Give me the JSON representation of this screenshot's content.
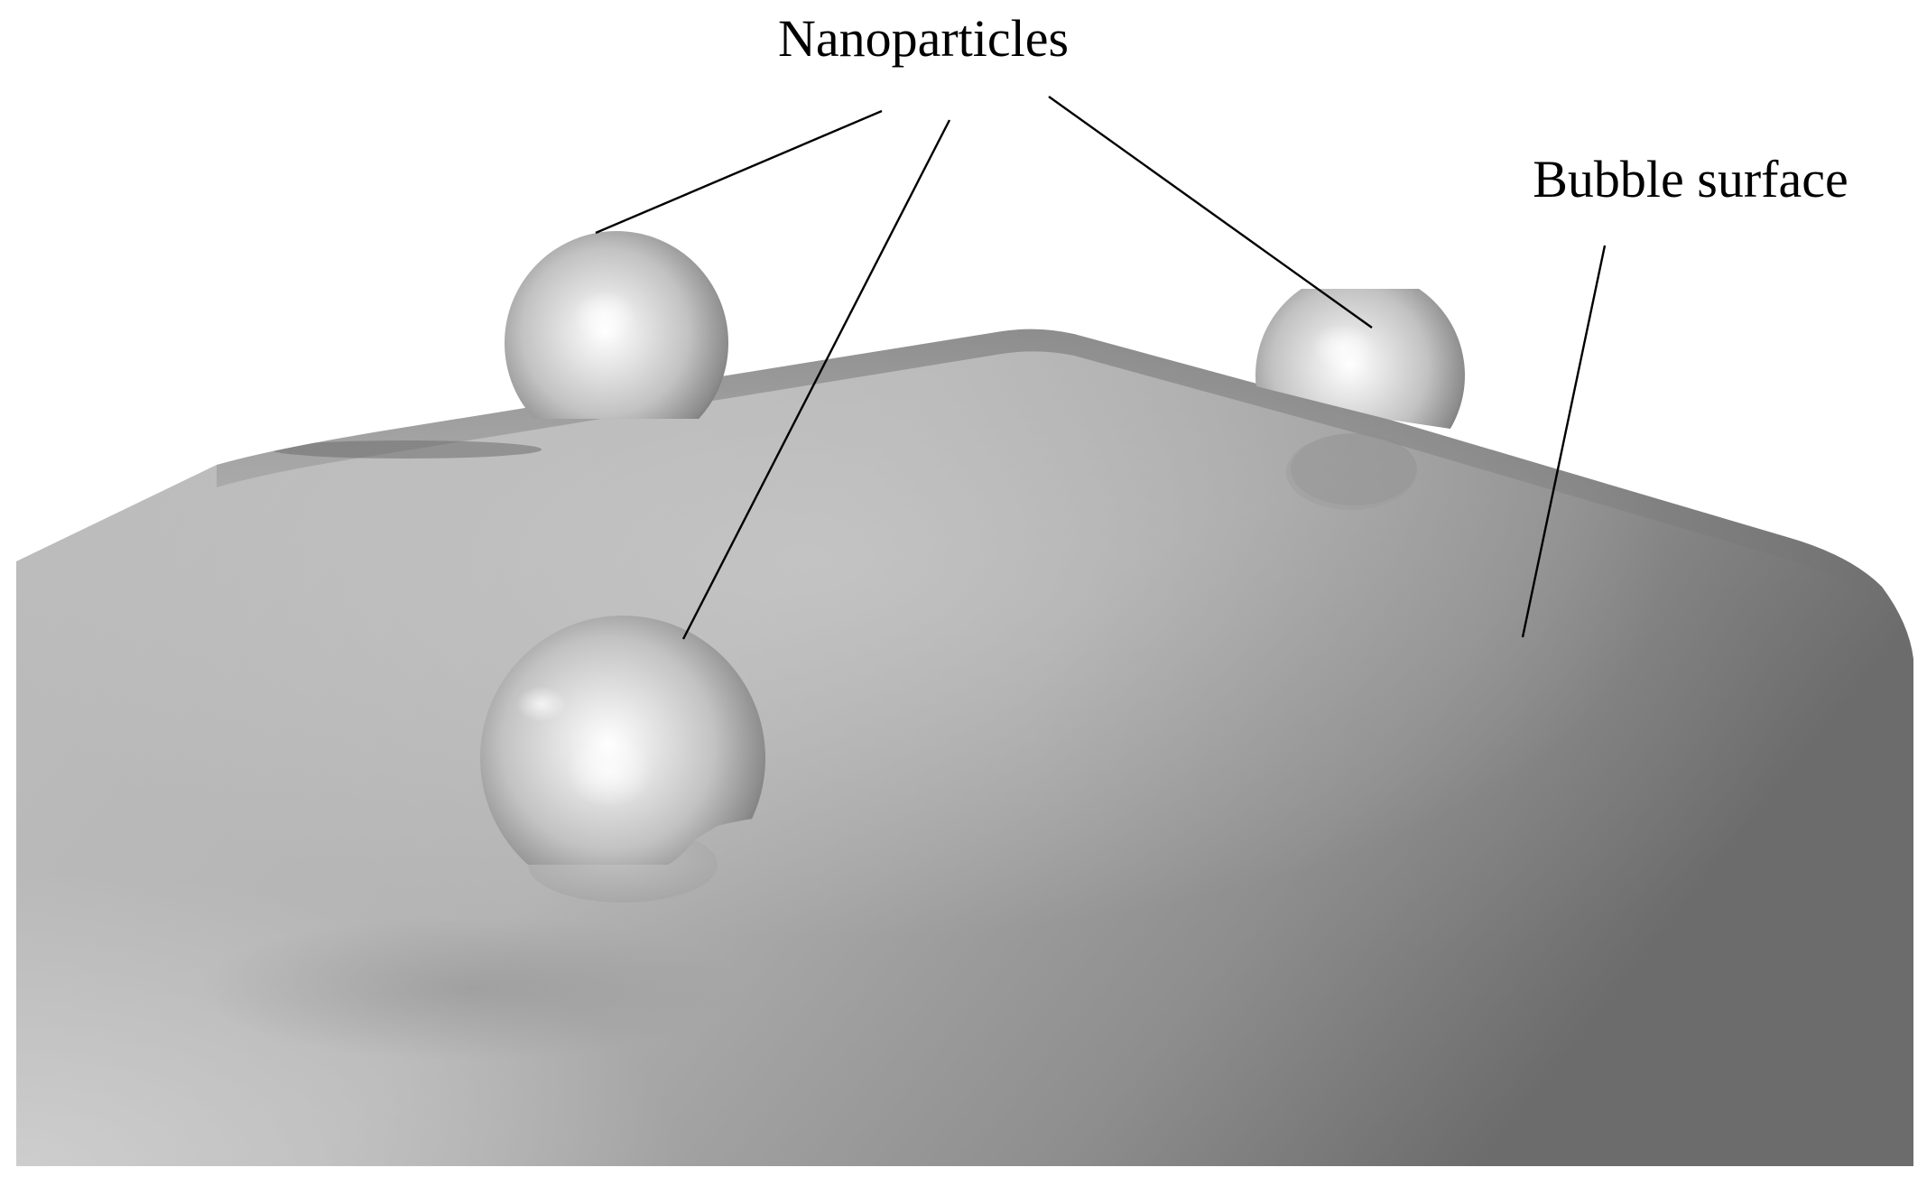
{
  "labels": {
    "nanoparticles": "Nanoparticles",
    "bubble_surface": "Bubble surface"
  },
  "colors": {
    "background": "#ffffff",
    "bubble_light": "#c0c0c0",
    "bubble_dark": "#6f6f6f",
    "particle_highlight": "#ffffff",
    "particle_shadow": "#6a6a6a",
    "leader_line": "#000000"
  },
  "scene": {
    "nanoparticle_count": 3
  }
}
